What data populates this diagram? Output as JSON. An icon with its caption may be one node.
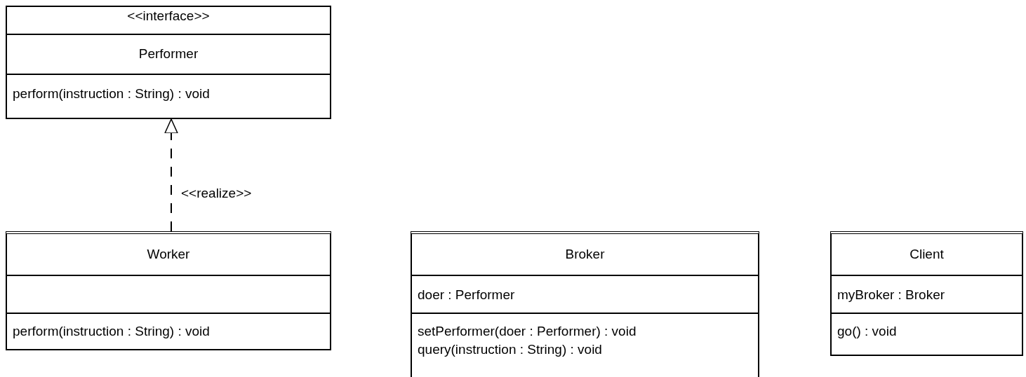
{
  "diagram": {
    "nodes": [
      {
        "text": [
          "<<interface>>",
          "Performer",
          "perform(instruction : String) : void"
        ]
      },
      {
        "text": [
          "Worker",
          "perform(instruction : String) : void"
        ]
      },
      {
        "text": [
          "Broker",
          "doer : Performer",
          "setPerformer(doer : Performer) : void",
          "query(instruction : String) : void"
        ]
      },
      {
        "text": [
          "Client",
          "myBroker : Broker",
          "go() : void"
        ]
      }
    ],
    "edges": [
      {
        "from": 1,
        "to": 0,
        "arrow": "to",
        "style": "dashed",
        "label": "<<realize>>"
      }
    ]
  }
}
